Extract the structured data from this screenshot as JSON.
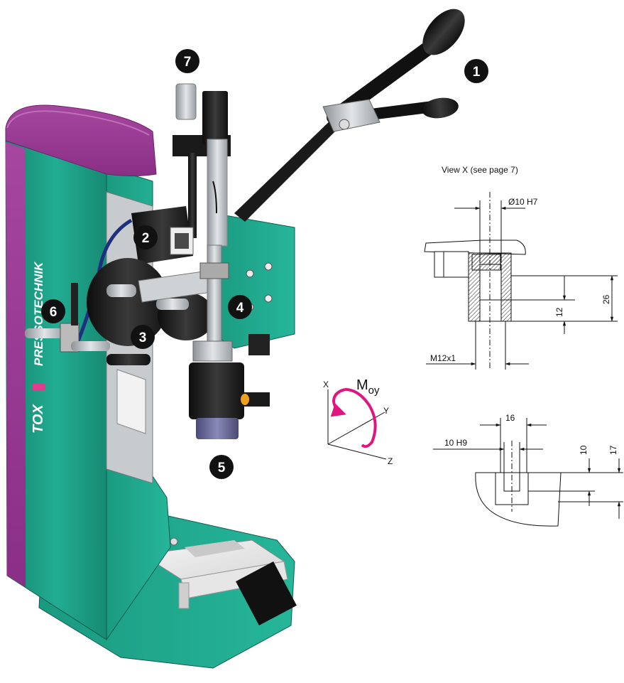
{
  "brand": {
    "logo_text": "TOX",
    "name_text": "PRESSOTECHNIK"
  },
  "callouts": [
    "1",
    "2",
    "3",
    "4",
    "5",
    "6",
    "7"
  ],
  "axes": {
    "x": "X",
    "y": "Y",
    "z": "Z",
    "moment_main": "M",
    "moment_sub": "oy"
  },
  "view_x": {
    "title": "View X (see page 7)",
    "bore_dim": "Ø10 H7",
    "thread_dim": "M12x1",
    "depth_12": "12",
    "height_26": "26"
  },
  "slot_view": {
    "width_16": "16",
    "slot_dim": "10 H9",
    "depth_10": "10",
    "height_17": "17"
  },
  "colors": {
    "body": "#1fa38a",
    "body_dark": "#157a66",
    "purple": "#9b3c97",
    "moment_arrow": "#e0157f",
    "dark": "#1c1c1c",
    "steel": "#bfc3c7"
  }
}
